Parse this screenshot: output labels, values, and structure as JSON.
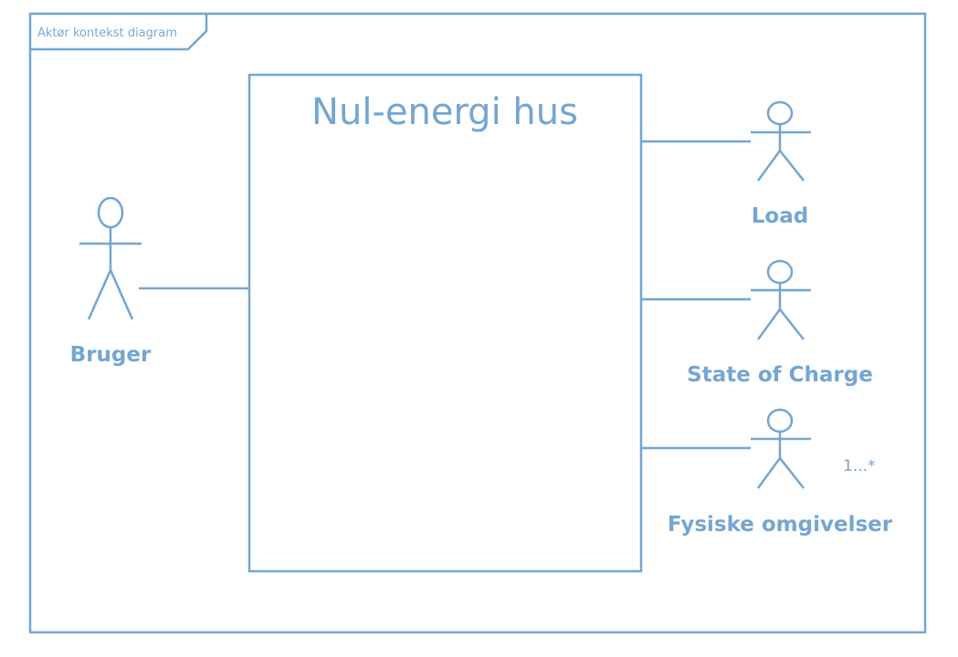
{
  "frame": {
    "label": "Aktør kontekst diagram"
  },
  "system": {
    "title": "Nul-energi hus"
  },
  "actors": {
    "bruger": "Bruger",
    "load": "Load",
    "state_of_charge": "State of Charge",
    "fysiske_omgivelser": "Fysiske omgivelser"
  },
  "associations": {
    "fysiske_omgivelser_multiplicity": "1...*"
  },
  "colors": {
    "line": "#74a6d2",
    "background": "#ffffff"
  }
}
